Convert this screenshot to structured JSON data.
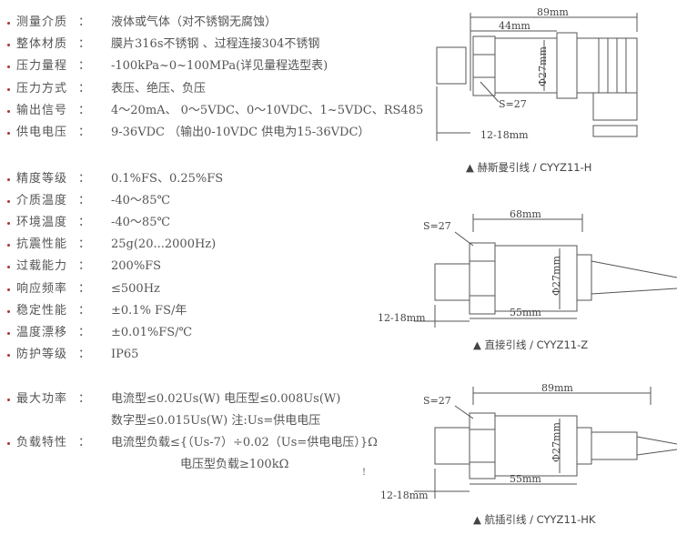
{
  "specs": [
    {
      "label": "测量介质",
      "value": "液体或气体（对不锈钢无腐蚀）"
    },
    {
      "label": "整体材质",
      "value": "膜片316s不锈钢 、过程连接304不锈钢"
    },
    {
      "label": "压力量程",
      "value": "-100kPa~0~100MPa(详见量程选型表)"
    },
    {
      "label": "压力方式",
      "value": "表压、绝压、负压"
    },
    {
      "label": "输出信号",
      "value": "4～20mA、 0～5VDC、0～10VDC、1~5VDC、RS485"
    },
    {
      "label": "供电电压",
      "value": "9-36VDC    （输出0-10VDC  供电为15-36VDC）"
    },
    {
      "label": "精度等级",
      "value": "0.1%FS、0.25%FS"
    },
    {
      "label": "介质温度",
      "value": "-40～85℃"
    },
    {
      "label": "环境温度",
      "value": "-40～85℃"
    },
    {
      "label": "抗震性能",
      "value": "25g(20...2000Hz)"
    },
    {
      "label": "过载能力",
      "value": "200%FS"
    },
    {
      "label": "响应频率",
      "value": "≤500Hz"
    },
    {
      "label": "稳定性能",
      "value": "±0.1% FS/年"
    },
    {
      "label": "温度漂移",
      "value": "±0.01%FS/℃"
    },
    {
      "label": "防护等级",
      "value": "IP65"
    },
    {
      "label": "最大功率",
      "value": "电流型≤0.02Us(W) 电压型≤0.008Us(W)",
      "value2": "数字型≤0.015Us(W)  注:Us=供电电压"
    },
    {
      "label": "负载特性",
      "value": "电流型负载≤{（Us-7）÷0.02（Us=供电电压）}Ω",
      "value2": "电压型负载≥100kΩ"
    }
  ],
  "colon": "：",
  "stray_mark": "!",
  "diagrams": [
    {
      "caption": "▲ 赫斯曼引线 / CYYZ11-H",
      "dim_total": "89mm",
      "dim_body": "44mm",
      "dim_dia": "Φ27mm",
      "hex": "S=27",
      "thread": "12-18mm"
    },
    {
      "caption": "▲ 直接引线 / CYYZ11-Z",
      "dim_total": "68mm",
      "dim_body": "55mm",
      "dim_dia": "Φ27mm",
      "hex": "S=27",
      "thread": "12-18mm"
    },
    {
      "caption": "▲ 航插引线 / CYYZ11-HK",
      "dim_total": "89mm",
      "dim_body": "55mm",
      "dim_dia": "Φ27mm",
      "hex": "S=27",
      "thread": "12-18mm"
    }
  ]
}
